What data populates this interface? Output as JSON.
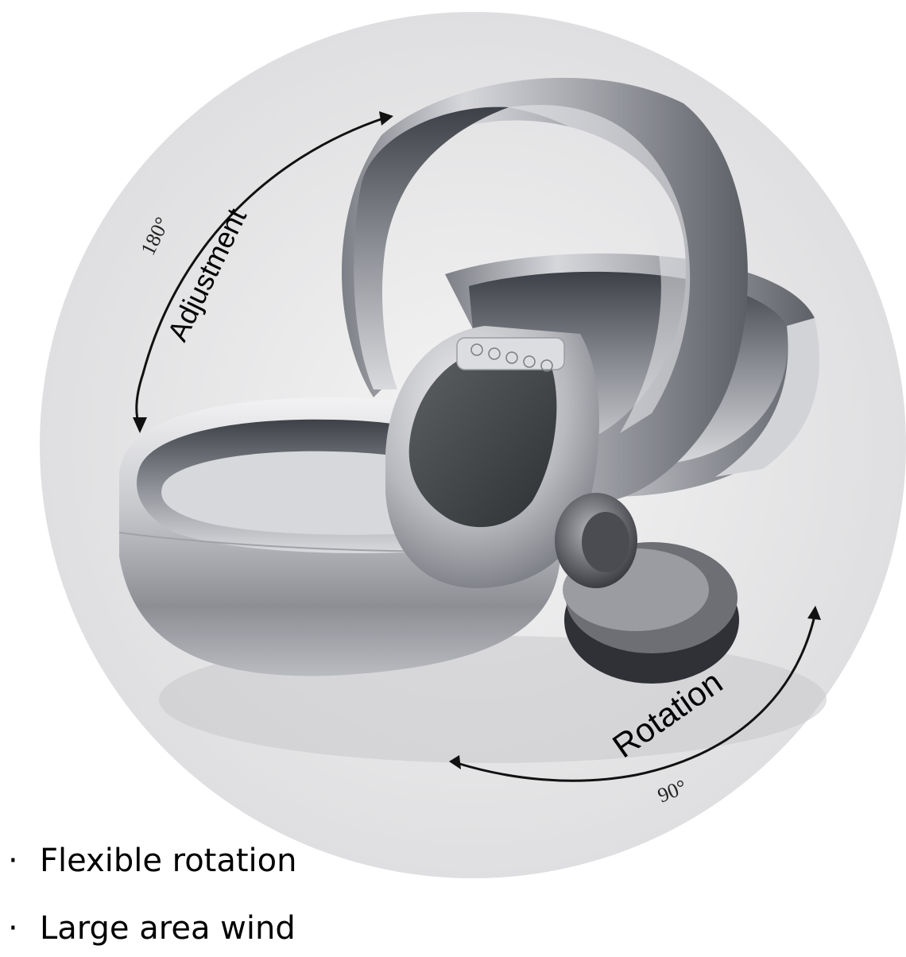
{
  "graphic": {
    "adjustment_label": "Adjustment",
    "adjustment_angle": "180°",
    "rotation_label": "Rotation",
    "rotation_angle": "90°"
  },
  "features": [
    {
      "bullet": "·",
      "text": "Flexible rotation"
    },
    {
      "bullet": "·",
      "text": "Large area wind"
    }
  ]
}
